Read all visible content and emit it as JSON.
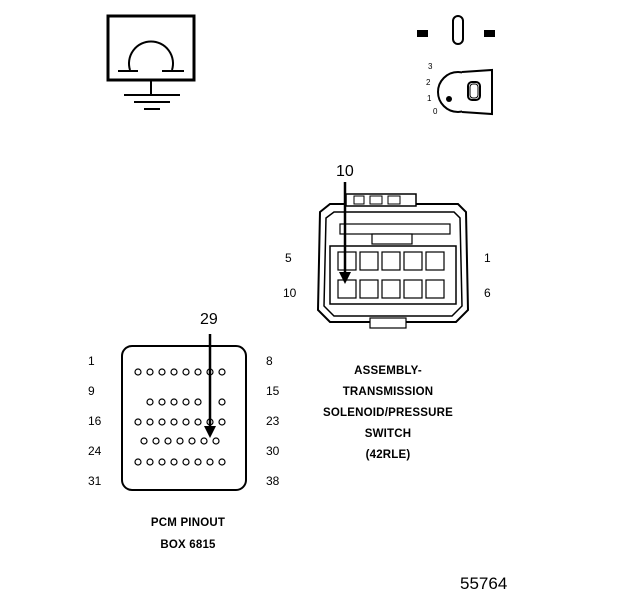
{
  "symbols": {
    "ohmmeter": "ohmmeter-icon",
    "ignition_key": "ignition-key-icon",
    "key_positions": [
      "3",
      "2",
      "1",
      "0"
    ]
  },
  "connector": {
    "callout": "10",
    "pin_labels": {
      "top_left": "5",
      "top_right": "1",
      "bottom_left": "10",
      "bottom_right": "6"
    },
    "caption": [
      "ASSEMBLY-",
      "TRANSMISSION",
      "SOLENOID/PRESSURE",
      "SWITCH",
      "(42RLE)"
    ]
  },
  "pcm": {
    "callout": "29",
    "left_labels": [
      "1",
      "9",
      "16",
      "24",
      "31"
    ],
    "right_labels": [
      "8",
      "15",
      "23",
      "30",
      "38"
    ],
    "caption": [
      "PCM PINOUT",
      "BOX 6815"
    ]
  },
  "figure_number": "55764"
}
